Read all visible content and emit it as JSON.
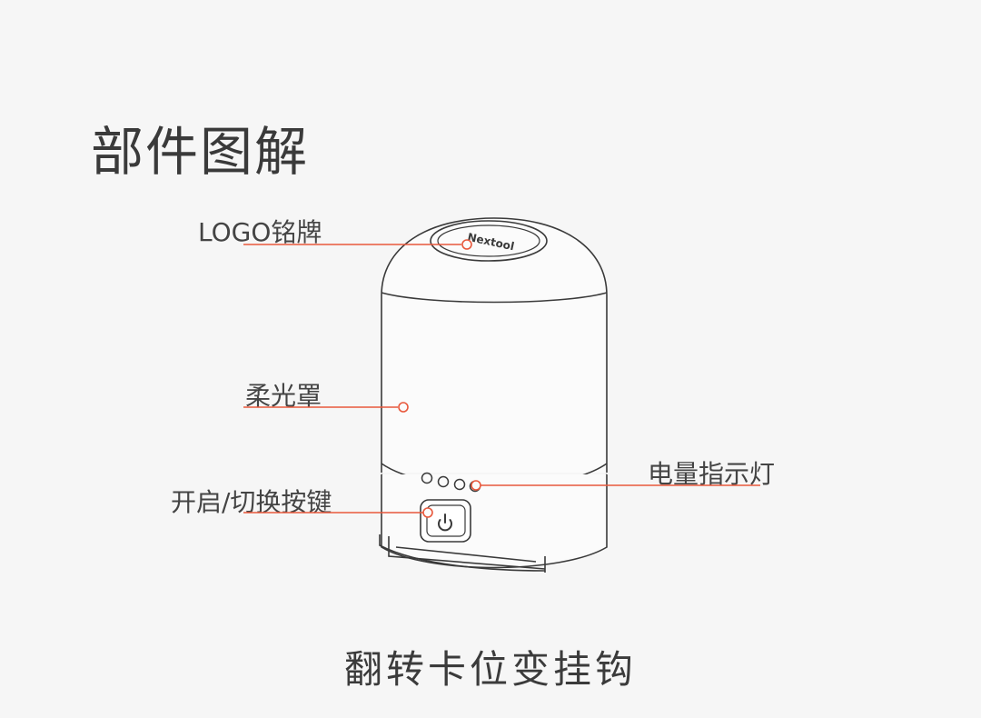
{
  "title": "部件图解",
  "labels": {
    "logo": "LOGO铭牌",
    "diffuser": "柔光罩",
    "indicator": "电量指示灯",
    "button": "开启/切换按键"
  },
  "caption": "翻转卡位变挂钩",
  "device_logo_text": "Nextool",
  "colors": {
    "accent": "#e8583c",
    "outline": "#3a3a3a",
    "background": "#f6f6f6"
  },
  "icons": [
    "power-icon"
  ]
}
